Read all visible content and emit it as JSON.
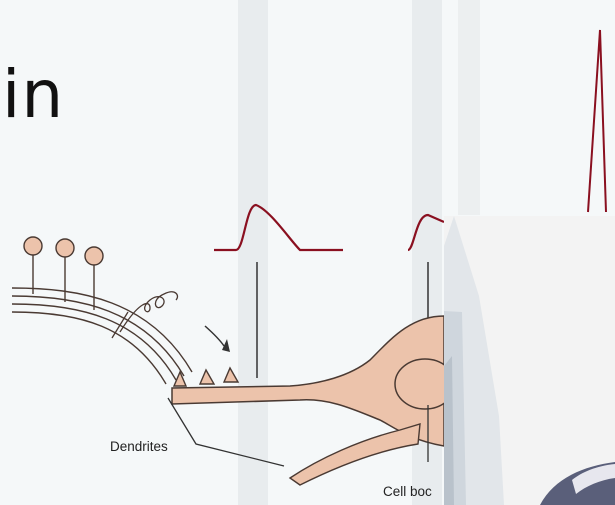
{
  "slide": {
    "title_fragment": "in"
  },
  "diagram": {
    "labels": {
      "dendrites": "Dendrites",
      "cell_body": "Cell boc"
    }
  },
  "colors": {
    "background": "#f5f8f9",
    "neuron_fill": "#ecc3ab",
    "neuron_outline": "#4a3a33",
    "spike_trace": "#8a1020",
    "video_bg": "#f3f3f3"
  },
  "icons": {
    "axon_spring": "spring-coil-icon",
    "flow_arrow": "arrow-icon"
  }
}
